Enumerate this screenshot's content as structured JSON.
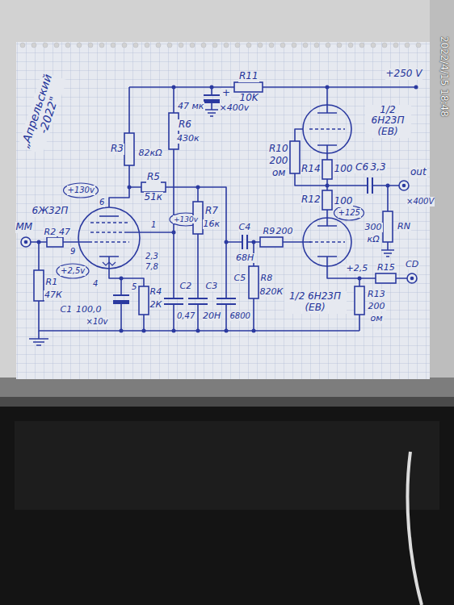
{
  "diagram": {
    "labels": [
      "2022/4/15 18:48",
      "„Апрельский -2022\"",
      "R11",
      "10K",
      "+250 V",
      "47 мк",
      "+",
      "×400v",
      "1/2 6Н23П (ЕВ)",
      "R6",
      "430к",
      "R3",
      "82кΩ",
      "R10",
      "200",
      "ом",
      "R14",
      "100",
      "C6",
      "3,3",
      "×400V",
      "out",
      "R5",
      "51к",
      "+130v",
      "6",
      "R12",
      "100",
      "+125",
      "6Ж32П",
      "R7",
      "16к",
      "+130v",
      "1",
      "MM",
      "R2",
      "47",
      "R9",
      "200",
      "C4",
      "9",
      "68Н",
      "2,3",
      "7,8",
      "+2,5v",
      "+2,5",
      "R15",
      "CD",
      "4",
      "5",
      "R1",
      "47К",
      "R8",
      "820К",
      "C2",
      "C3",
      "C5",
      "R4",
      "2К",
      "300",
      "кΩ",
      "RN",
      "1/2 6Н23П (ЕВ)",
      "R13",
      "200",
      "ом",
      "C1",
      "100,0",
      "×10v",
      "0,47",
      "20Н",
      "6800"
    ]
  }
}
